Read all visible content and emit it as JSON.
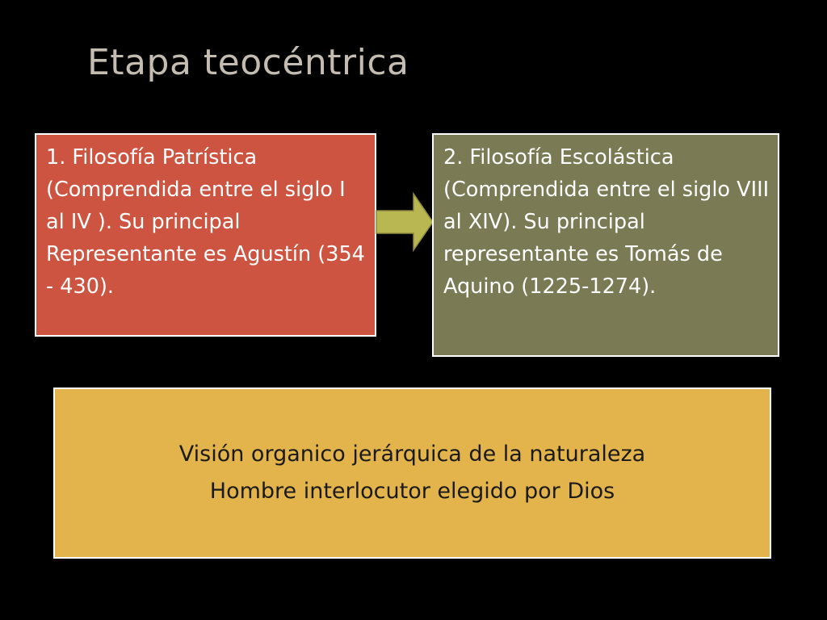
{
  "title": "Etapa teocéntrica",
  "box_left": {
    "text": "1. Filosofía Patrística (Comprendida entre el siglo I al IV ). Su principal Representante es  Agustín (354 - 430)."
  },
  "box_right": {
    "text": "2. Filosofía Escolástica (Comprendida entre el siglo VIII al XIV). Su principal representante es Tomás de Aquino (1225-1274)."
  },
  "box_bottom": {
    "line1": "Visión organico jerárquica de la naturaleza",
    "line2": "Hombre interlocutor elegido por Dios"
  },
  "colors": {
    "background": "#000000",
    "title": "#c4bcb1",
    "box_left": "#cc5440",
    "box_right": "#7a7a55",
    "box_bottom": "#e4b44c",
    "arrow": "#b9b752"
  }
}
